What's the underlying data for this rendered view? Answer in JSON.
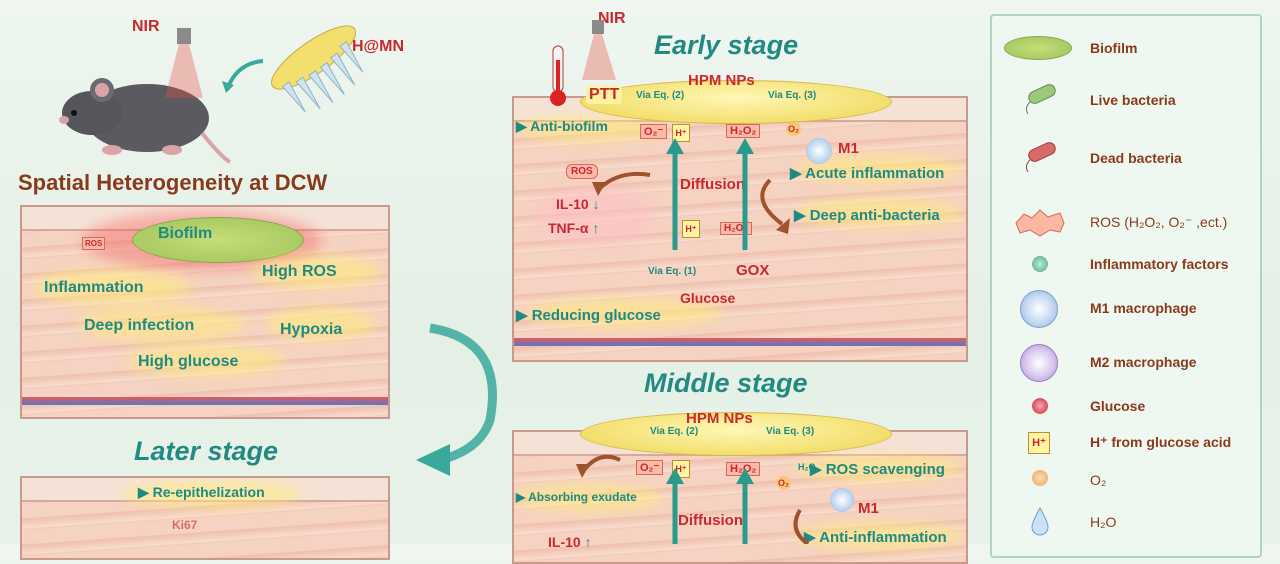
{
  "header": {
    "nir_left": "NIR",
    "hmn_label": "H@MN",
    "main_title": "Spatial Heterogeneity at DCW"
  },
  "dcw_panel": {
    "labels": [
      "Biofilm",
      "High ROS",
      "Inflammation",
      "Deep infection",
      "Hypoxia",
      "High glucose"
    ],
    "ros_tag": "ROS"
  },
  "later_stage": {
    "title": "Later stage",
    "labels": [
      "Re-epithelization",
      "Ki67"
    ]
  },
  "early_stage": {
    "title": "Early stage",
    "nir": "NIR",
    "hpm": "HPM NPs",
    "ptt": "PTT",
    "via2": "Via Eq. (2)",
    "via3": "Via Eq. (3)",
    "via1": "Via Eq. (1)",
    "anti_biofilm": "Anti-biofilm",
    "o2m": "O₂⁻",
    "hplus": "H⁺",
    "h2o2": "H₂O₂",
    "o2": "O₂",
    "m1": "M1",
    "acute": "Acute inflammation",
    "ros": "ROS",
    "diffusion": "Diffusion",
    "il10": "IL-10",
    "tnf": "TNF-α",
    "deep": "Deep anti-bacteria",
    "gox": "GOX",
    "glucose": "Glucose",
    "reducing": "Reducing glucose",
    "up": "↑",
    "down": "↓"
  },
  "middle_stage": {
    "title": "Middle stage",
    "hpm": "HPM NPs",
    "via2": "Via Eq. (2)",
    "via3": "Via Eq. (3)",
    "o2m": "O₂⁻",
    "hplus": "H⁺",
    "h2o2": "H₂O₂",
    "h2o": "H₂O",
    "o2": "O₂",
    "ros_scavenging": "ROS scavenging",
    "absorbing": "Absorbing exudate",
    "m1": "M1",
    "diffusion": "Diffusion",
    "il10": "IL-10",
    "anti_inflammation": "Anti-inflammation",
    "up": "↑"
  },
  "legend": {
    "items": [
      {
        "label": "Biofilm",
        "icon": "biofilm-icon"
      },
      {
        "label": "Live bacteria",
        "icon": "live-bacteria-icon"
      },
      {
        "label": "Dead bacteria",
        "icon": "dead-bacteria-icon"
      },
      {
        "label": "ROS (H₂O₂, O₂⁻ ,ect.)",
        "icon": "ros-icon"
      },
      {
        "label": "Inflammatory factors",
        "icon": "inflammatory-factor-icon"
      },
      {
        "label": "M1 macrophage",
        "icon": "m1-macrophage-icon"
      },
      {
        "label": "M2 macrophage",
        "icon": "m2-macrophage-icon"
      },
      {
        "label": "Glucose",
        "icon": "glucose-icon"
      },
      {
        "label": "H⁺ from glucose acid",
        "icon": "h-plus-icon",
        "glyph": "H⁺"
      },
      {
        "label": "O₂",
        "icon": "oxygen-icon"
      },
      {
        "label": "H₂O",
        "icon": "water-drop-icon"
      }
    ]
  },
  "colors": {
    "teal": "#1f8a82",
    "red": "#c8282e",
    "brown": "#8a3a1c",
    "hpm_yellow": "#f3df6e"
  }
}
